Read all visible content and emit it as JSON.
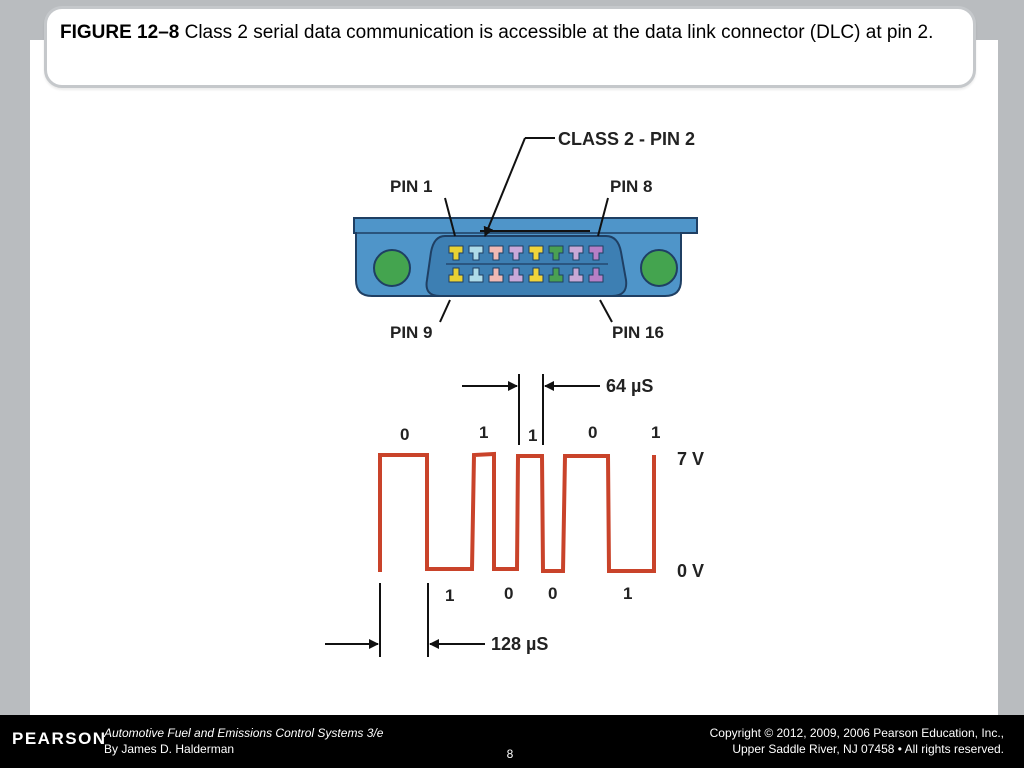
{
  "caption": {
    "figure_label": "FIGURE 12–8",
    "text": " Class 2 serial data communication is accessible at the data link connector (DLC) at pin 2."
  },
  "connector": {
    "class_label": "CLASS 2 - PIN 2",
    "pin1": "PIN 1",
    "pin8": "PIN 8",
    "pin9": "PIN 9",
    "pin16": "PIN 16",
    "colors": {
      "body": "#4f95c9",
      "body_stroke": "#1f3f63",
      "holes": "#44a44f",
      "pins": [
        "#e8d233",
        "#aedbe8",
        "#f0b9b4",
        "#c9a8d9",
        "#f0d43a",
        "#4aa052",
        "#c8a8d6",
        "#b67fc6"
      ]
    }
  },
  "waveform": {
    "time_top": "64 µS",
    "time_bottom": "128 µS",
    "level_high": "7 V",
    "level_low": "0 V",
    "bits_top": [
      "0",
      "1",
      "1",
      "0",
      "1"
    ],
    "bits_bottom": [
      "1",
      "0",
      "0",
      "1"
    ],
    "color": "#c9432a"
  },
  "footer": {
    "logo": "PEARSON",
    "book": "Automotive Fuel and Emissions Control Systems 3/e",
    "author": "By James D. Halderman",
    "page": "8",
    "copyright1": "Copyright © 2012, 2009, 2006 Pearson Education, Inc.,",
    "copyright2": "Upper Saddle River, NJ 07458 • All rights reserved."
  }
}
